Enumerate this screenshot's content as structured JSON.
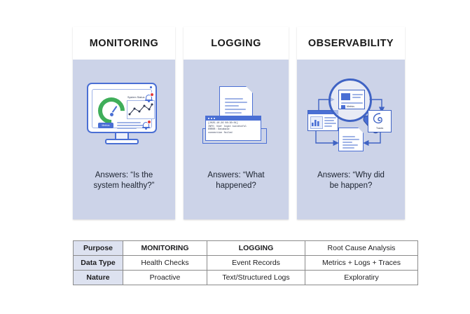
{
  "page": {
    "background": "#ffffff",
    "accent": "#4a6fd4",
    "panel_fill": "#ccd3e8",
    "table_head_fill": "#dde2f0",
    "gauge_green": "#3fae5a",
    "alert_red": "#e23b3b"
  },
  "cards": [
    {
      "id": "monitoring",
      "title": "MONITORING",
      "answer": "Answers: “Is the\nsystem healthy?”",
      "illustration": "monitor-dashboard-icon",
      "art_labels": {
        "system_status": "System Status",
        "button": "Metrics"
      }
    },
    {
      "id": "logging",
      "title": "LOGGING",
      "answer": "Answers: “What\nhappened?",
      "illustration": "log-documents-icon",
      "art_labels": {
        "log_text": "[2025-10-26 08:30:01]\nINFO: User login successful\nERROR: Database\nconnection failed"
      }
    },
    {
      "id": "observability",
      "title": "OBSERVABILITY",
      "answer": "Answers: “Why did\nbe happen?",
      "illustration": "magnifier-telemetry-icon",
      "art_labels": {
        "metrics": "Metrics",
        "traces": "Traces"
      }
    }
  ],
  "table": {
    "rows": [
      {
        "head": "Purpose",
        "monitoring": "MONITORING",
        "logging": "LOGGING",
        "observability": "Root Cause Analysis",
        "bold": true
      },
      {
        "head": "Data Type",
        "monitoring": "Health Checks",
        "logging": "Event Records",
        "observability": "Metrics + Logs + Traces",
        "bold": false
      },
      {
        "head": "Nature",
        "monitoring": "Proactive",
        "logging": "Text/Structured Logs",
        "observability": "Exploratiry",
        "bold": false
      }
    ]
  }
}
